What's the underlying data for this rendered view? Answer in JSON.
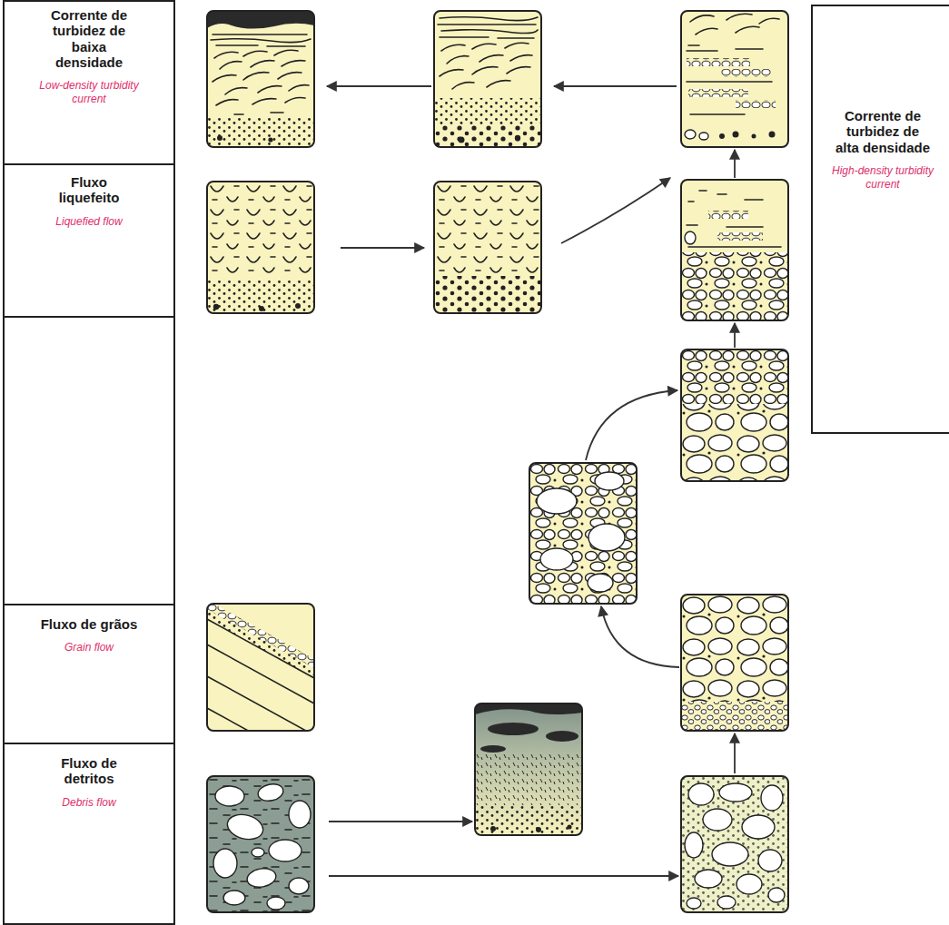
{
  "diagram": {
    "nodes": [
      {
        "text": [
          "Corrente de turbidez de baixa densidade",
          "Low-density turbidity current"
        ]
      },
      {
        "text": [
          "Fluxo liquefeito",
          "Liquefied flow"
        ]
      },
      {
        "text": [
          "Fluxo de grãos",
          "Grain flow"
        ]
      },
      {
        "text": [
          "Fluxo de detritos",
          "Debris flow"
        ]
      },
      {
        "text": [
          "Corrente de turbidez de alta densidade",
          "High-density turbidity current"
        ]
      }
    ]
  }
}
